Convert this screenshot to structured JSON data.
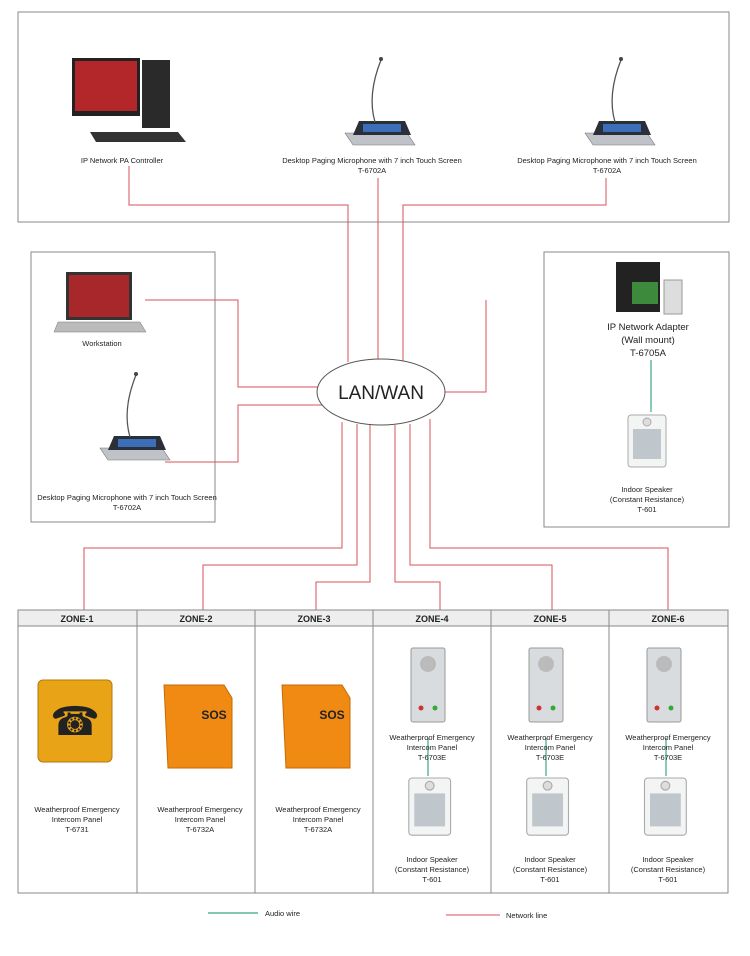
{
  "colors": {
    "network_line": "#d9535b",
    "audio_wire": "#3aa883",
    "zone_header": "#eeeeee",
    "box_border": "#8a8a8a"
  },
  "hub": {
    "label": "LAN/WAN"
  },
  "top": [
    {
      "name": "IP Network PA Controller",
      "model": ""
    },
    {
      "name": "Desktop Paging Microphone with 7 inch Touch Screen",
      "model": "T-6702A"
    },
    {
      "name": "Desktop Paging Microphone with 7 inch Touch Screen",
      "model": "T-6702A"
    }
  ],
  "left": [
    {
      "name": "Workstation"
    },
    {
      "name": "Desktop Paging Microphone with 7 inch Touch Screen",
      "model": "T-6702A"
    }
  ],
  "right": {
    "adapter": {
      "line1": "IP Network Adapter",
      "line2": "(Wall mount)",
      "model": "T-6705A"
    },
    "speaker": {
      "line1": "Indoor Speaker",
      "line2": "(Constant Resistance)",
      "model": "T-601"
    }
  },
  "zones": [
    {
      "title": "ZONE-1",
      "device": [
        "Weatherproof Emergency",
        "Intercom Panel",
        "T-6731"
      ]
    },
    {
      "title": "ZONE-2",
      "device": [
        "Weatherproof Emergency",
        "Intercom Panel",
        "T-6732A"
      ],
      "sos": "SOS"
    },
    {
      "title": "ZONE-3",
      "device": [
        "Weatherproof Emergency",
        "Intercom Panel",
        "T-6732A"
      ],
      "sos": "SOS"
    },
    {
      "title": "ZONE-4",
      "device": [
        "Weatherproof Emergency",
        "Intercom Panel",
        "T-6703E"
      ],
      "speaker": [
        "Indoor Speaker",
        "(Constant Resistance)",
        "T-601"
      ]
    },
    {
      "title": "ZONE-5",
      "device": [
        "Weatherproof Emergency",
        "Intercom Panel",
        "T-6703E"
      ],
      "speaker": [
        "Indoor Speaker",
        "(Constant Resistance)",
        "T-601"
      ]
    },
    {
      "title": "ZONE-6",
      "device": [
        "Weatherproof Emergency",
        "Intercom Panel",
        "T-6703E"
      ],
      "speaker": [
        "Indoor Speaker",
        "(Constant Resistance)",
        "T-601"
      ]
    }
  ],
  "legend": {
    "audio": "Audio wire",
    "network": "Network line"
  }
}
